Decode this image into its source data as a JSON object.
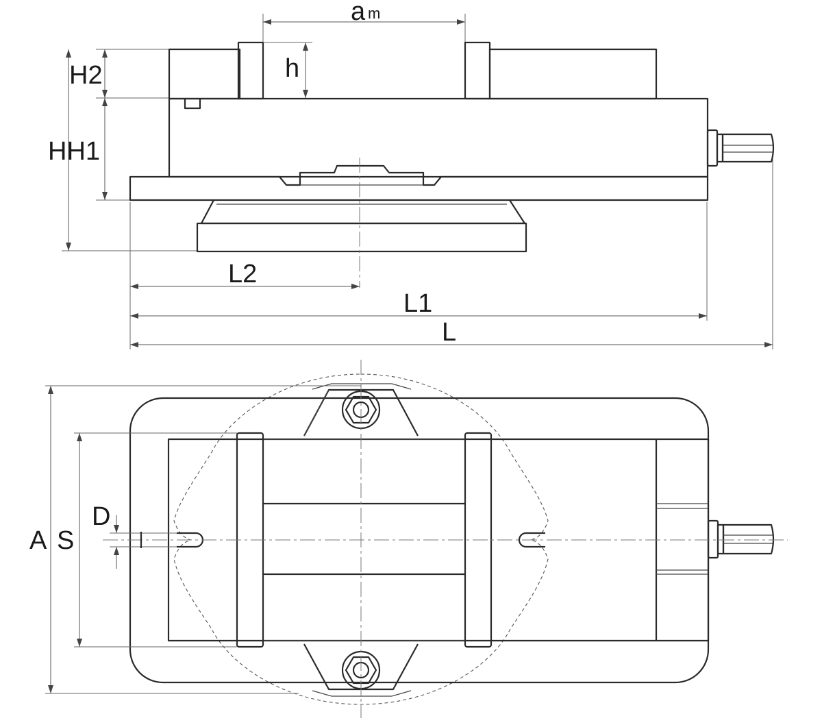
{
  "labels": {
    "am_main": "a",
    "am_sub": "m",
    "h": "h",
    "H2": "H2",
    "HH1": "HH1",
    "L2": "L2",
    "L1": "L1",
    "L": "L",
    "A": "A",
    "S": "S",
    "D": "D"
  }
}
